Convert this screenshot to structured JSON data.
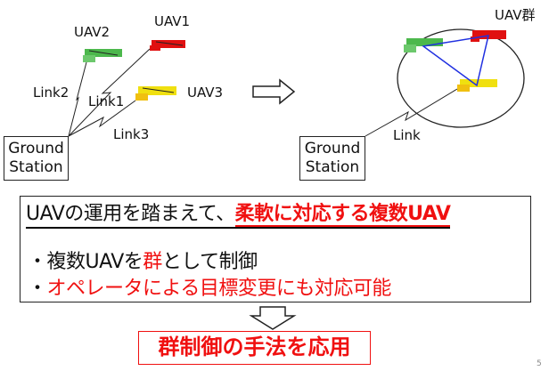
{
  "left_diagram": {
    "uav_labels": [
      "UAV1",
      "UAV2",
      "UAV3"
    ],
    "link_labels": [
      "Link1",
      "Link2",
      "Link3"
    ],
    "ground_station": [
      "Ground",
      "Station"
    ]
  },
  "right_diagram": {
    "group_label": "UAV群",
    "link_label": "Link",
    "ground_station": [
      "Ground",
      "Station"
    ]
  },
  "summary": {
    "title_black": "UAVの運用を踏まえて、",
    "title_red": "柔軟に対応する複数UAV",
    "bullet1_prefix": "・複数UAVを",
    "bullet1_red": "群",
    "bullet1_suffix": "として制御",
    "bullet2_prefix": "・",
    "bullet2_red": "オペレータによる目標変更にも対応可能"
  },
  "result": "群制御の手法を応用",
  "page_number": "5",
  "colors": {
    "red": "#f01010",
    "uav1": "#e01010",
    "uav2": "#4cb84c",
    "uav3": "#f0e010",
    "swarm_link": "#2030e0"
  }
}
